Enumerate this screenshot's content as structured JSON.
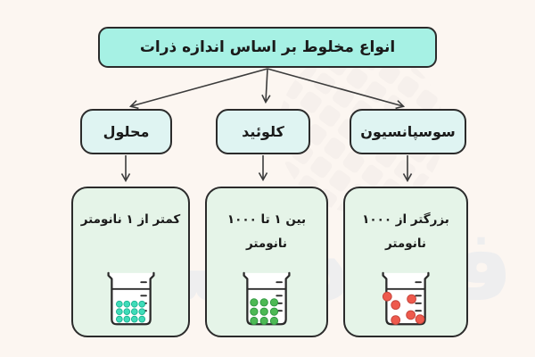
{
  "diagram": {
    "title": "انواع مخلوط بر اساس اندازه ذرات",
    "colors": {
      "background": "#fcf6f1",
      "title_fill": "#a6f1e4",
      "branch_fill": "#dff4f2",
      "detail_fill": "#e5f4e8",
      "border": "#2b2b2b",
      "text": "#1a1a1a",
      "arrow": "#3c3c3c"
    },
    "branches": [
      {
        "name": "solution",
        "label": "محلول",
        "size_range": "کمتر از ۱ نانومتر",
        "particles": {
          "description": "small dissolved particles in 4x3 grid",
          "color": "#3fdcb9",
          "stroke": "#1db493",
          "radius": 3.6,
          "positions": [
            [
              16,
              39
            ],
            [
              25,
              39
            ],
            [
              34,
              39
            ],
            [
              43,
              39
            ],
            [
              16,
              48
            ],
            [
              25,
              48
            ],
            [
              34,
              48
            ],
            [
              43,
              48
            ],
            [
              16,
              57
            ],
            [
              25,
              57
            ],
            [
              34,
              57
            ],
            [
              43,
              57
            ]
          ]
        }
      },
      {
        "name": "colloid",
        "label": "کلوئید",
        "size_range": "بین ۱ تا ۱۰۰۰ نانومتر",
        "particles": {
          "description": "medium colloid particles in 3x3 grid",
          "color": "#4db954",
          "stroke": "#2f9540",
          "radius": 4.4,
          "positions": [
            [
              15,
              37
            ],
            [
              27,
              37
            ],
            [
              39,
              37
            ],
            [
              15,
              48
            ],
            [
              27,
              48
            ],
            [
              39,
              48
            ],
            [
              15,
              59
            ],
            [
              27,
              59
            ],
            [
              39,
              59
            ]
          ]
        }
      },
      {
        "name": "suspension",
        "label": "سوسپانسیون",
        "size_range": "بزرگتر از ۱۰۰۰ نانومتر",
        "particles": {
          "description": "large suspended particles scattered",
          "color": "#ee5a4d",
          "stroke": "#c4443b",
          "radius": 5.2,
          "positions": [
            [
              8,
              30
            ],
            [
              18,
              40
            ],
            [
              37,
              33
            ],
            [
              18,
              58
            ],
            [
              36,
              52
            ],
            [
              47,
              57
            ]
          ]
        }
      }
    ]
  },
  "watermark": {
    "brand_text": "فرادرس",
    "accent_letter": "ف"
  }
}
